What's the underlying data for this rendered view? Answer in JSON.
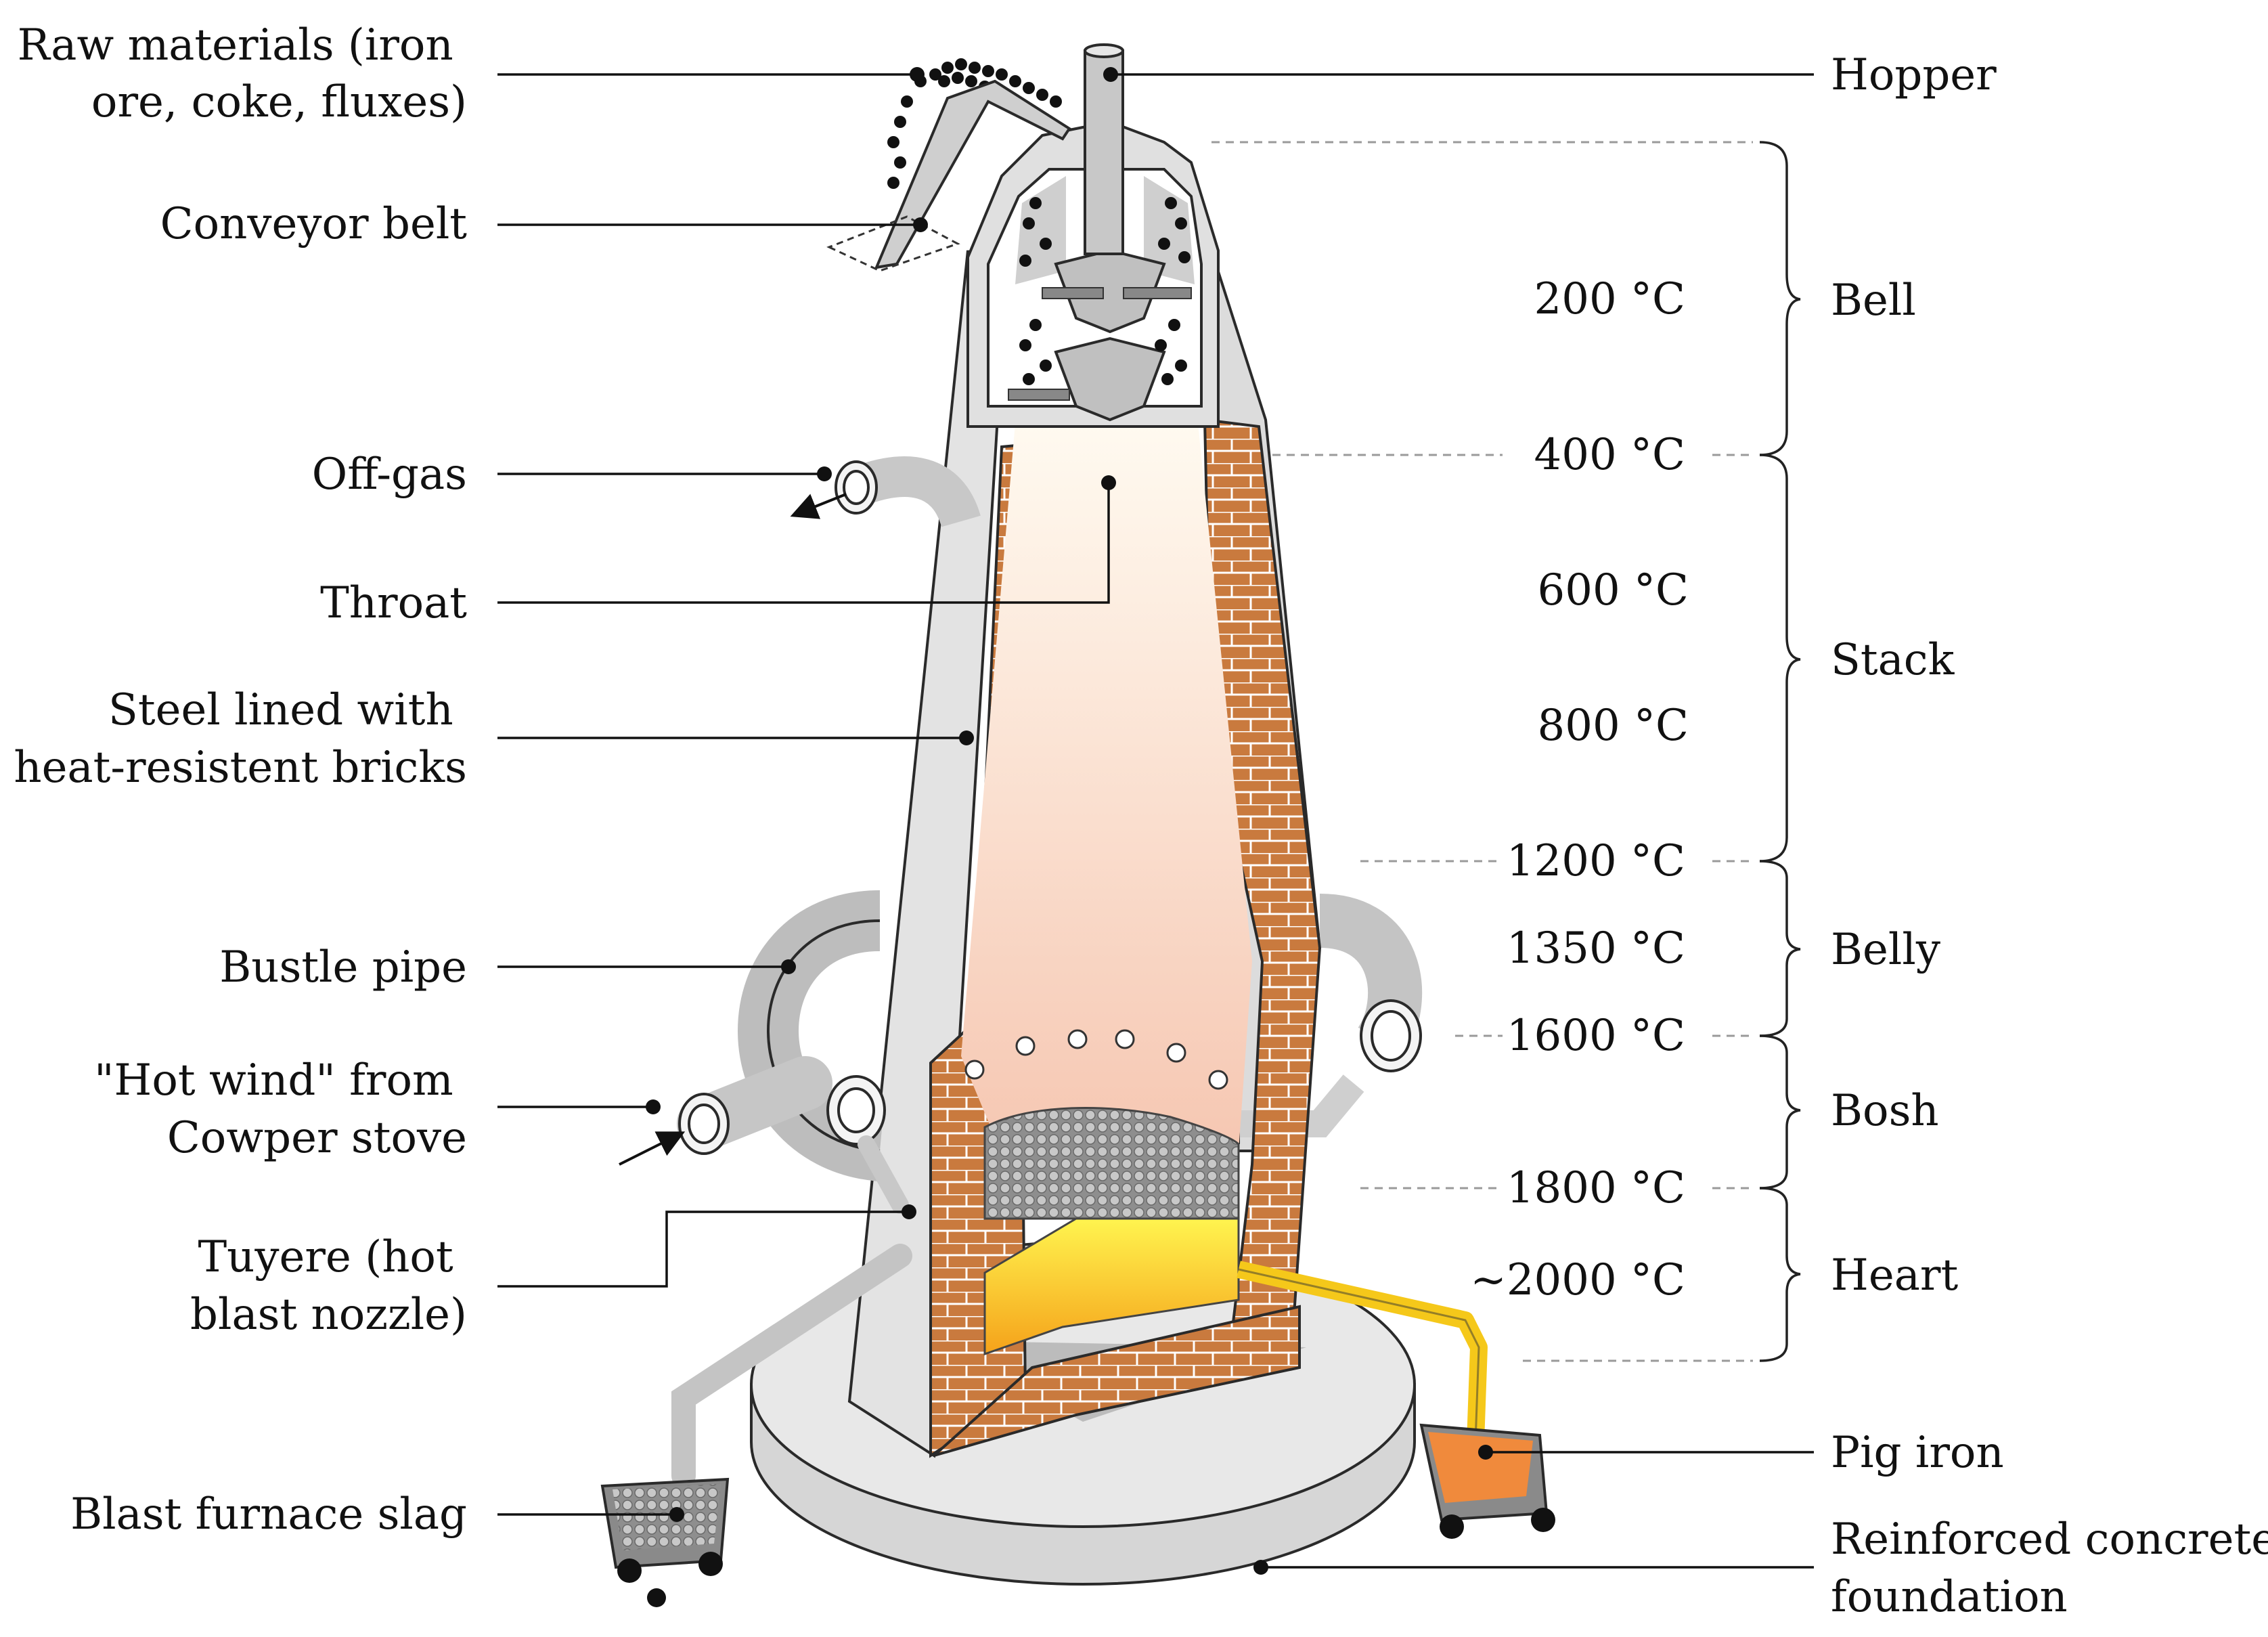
{
  "labels_left": {
    "raw_materials": [
      "Raw materials (iron",
      "ore, coke, fluxes)"
    ],
    "conveyor_belt": [
      "Conveyor belt"
    ],
    "off_gas": [
      "Off-gas"
    ],
    "throat": [
      "Throat"
    ],
    "steel_lined": [
      "Steel lined with",
      "heat-resistent bricks"
    ],
    "bustle_pipe": [
      "Bustle pipe"
    ],
    "hot_wind": [
      "\"Hot wind\" from",
      "Cowper stove"
    ],
    "tuyere": [
      "Tuyere (hot",
      "blast nozzle)"
    ],
    "slag": [
      "Blast furnace slag"
    ]
  },
  "labels_right": {
    "hopper": [
      "Hopper"
    ],
    "pig_iron": [
      "Pig iron"
    ],
    "foundation": [
      "Reinforced concrete",
      "foundation"
    ]
  },
  "zones": [
    {
      "name": "Bell"
    },
    {
      "name": "Stack"
    },
    {
      "name": "Belly"
    },
    {
      "name": "Bosh"
    },
    {
      "name": "Heart"
    }
  ],
  "temperatures": [
    "200 °C",
    "400 °C",
    "600 °C",
    "800 °C",
    "1200 °C",
    "1350 °C",
    "1600 °C",
    "1800 °C",
    "~2000 °C"
  ],
  "colors": {
    "brick": "#c97a3e",
    "shell": "#d9d9d9",
    "interior_top": "#fdf6ea",
    "interior_bottom": "#f7cdb8",
    "molten_iron": "#f5d21a",
    "pig_iron": "#f08a3c",
    "slag": "#9c9c9c"
  }
}
